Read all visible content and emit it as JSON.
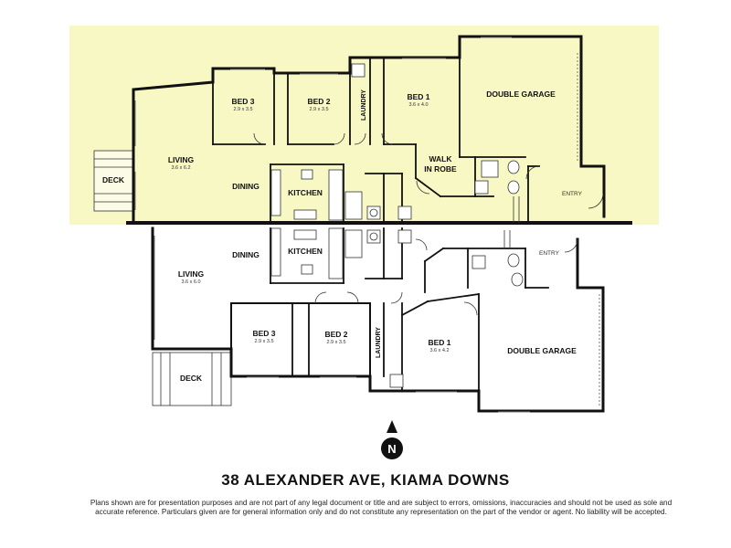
{
  "property": {
    "title": "38 ALEXANDER AVE, KIAMA DOWNS",
    "disclaimer": "Plans shown are for presentation purposes and are not part of any legal document or title and are subject to errors, omissions, inaccuracies and should not be used as sole and accurate reference. Particulars given are for general information only and do not constitute any representation on the part of the vendor or agent. No liability will be accepted."
  },
  "compass": {
    "label": "N"
  },
  "highlight_color": "#f7f8c4",
  "upper_plan": {
    "living": {
      "label": "LIVING",
      "dims": "3.6 x 6.2"
    },
    "dining": {
      "label": "DINING"
    },
    "kitchen": {
      "label": "KITCHEN"
    },
    "bed3": {
      "label": "BED 3",
      "dims": "2.9 x 3.5"
    },
    "bed2": {
      "label": "BED 2",
      "dims": "2.9 x 3.5"
    },
    "laundry": {
      "label": "LAUNDRY"
    },
    "bed1": {
      "label": "BED 1",
      "dims": "3.6 x 4.0"
    },
    "walk_in_robe": {
      "line1": "WALK",
      "line2": "IN ROBE"
    },
    "garage": {
      "label": "DOUBLE GARAGE"
    },
    "entry": {
      "label": "ENTRY"
    },
    "deck": {
      "label": "DECK"
    }
  },
  "lower_plan": {
    "living": {
      "label": "LIVING",
      "dims": "3.6 x 6.0"
    },
    "dining": {
      "label": "DINING"
    },
    "kitchen": {
      "label": "KITCHEN"
    },
    "bed3": {
      "label": "BED 3",
      "dims": "2.9 x 3.5"
    },
    "bed2": {
      "label": "BED 2",
      "dims": "2.9 x 3.5"
    },
    "laundry": {
      "label": "LAUNDRY"
    },
    "bed1": {
      "label": "BED 1",
      "dims": "3.6 x 4.2"
    },
    "garage": {
      "label": "DOUBLE GARAGE"
    },
    "entry": {
      "label": "ENTRY"
    },
    "deck": {
      "label": "DECK"
    }
  }
}
